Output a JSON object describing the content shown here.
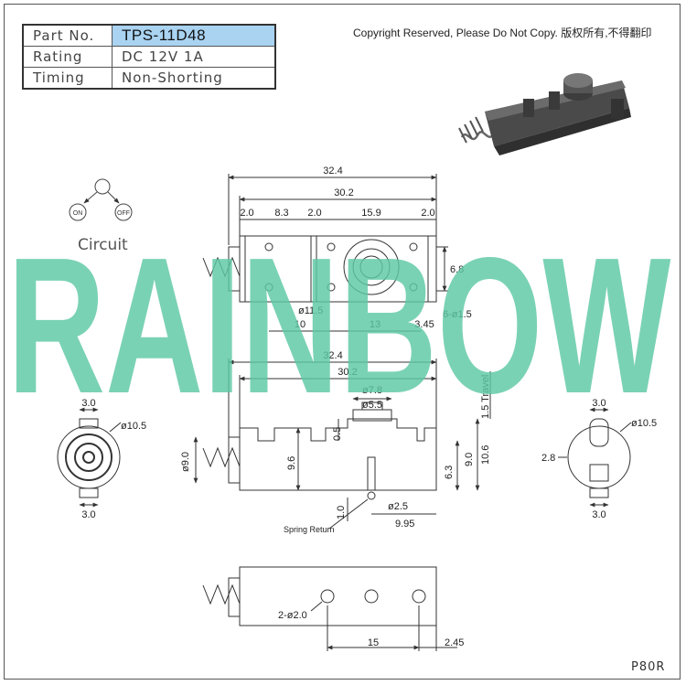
{
  "spec_table": {
    "rows": [
      {
        "label": "Part No.",
        "value": "TPS-11D48"
      },
      {
        "label": "Rating",
        "value": "DC 12V 1A"
      },
      {
        "label": "Timing",
        "value": "Non-Shorting"
      }
    ]
  },
  "copyright": "Copyright Reserved, Please Do Not Copy. 版权所有,不得翻印",
  "circuit": {
    "label": "Circuit",
    "on": "ON",
    "off": "OFF"
  },
  "watermark": "RAINBOW",
  "footer_code": "P80R",
  "colors": {
    "watermark": "#5ec9a4",
    "part_highlight": "#a9d3f1"
  },
  "top_view_dims": {
    "overall": "32.4",
    "body": "30.2",
    "seg1": "2.0",
    "seg2": "8.3",
    "seg3": "2.0",
    "seg4": "15.9",
    "seg5": "2.0",
    "height": "6.8",
    "hole_dia": "ø11.5",
    "holes": "6-ø1.5",
    "b1": "10",
    "b2": "13",
    "b3": "3.45"
  },
  "side_view_dims": {
    "overall": "32.4",
    "body": "30.2",
    "cap": "ø7.8",
    "plunger": "ø5.5",
    "travel": "1.5 Travel",
    "d05": "0.5",
    "h96": "9.6",
    "h9": "ø9.0",
    "h63": "6.3",
    "h90": "9.0",
    "h106": "10.6",
    "d10": "1.0",
    "d25": "ø2.5",
    "d995": "9.95",
    "spring_return": "Spring Return"
  },
  "left_end_dims": {
    "top": "3.0",
    "dia": "ø10.5",
    "bottom": "3.0"
  },
  "right_end_dims": {
    "top": "3.0",
    "dia": "ø10.5",
    "side": "2.8",
    "bottom": "3.0"
  },
  "bottom_view_dims": {
    "holes": "2-ø2.0",
    "span": "15",
    "offset": "2.45"
  }
}
